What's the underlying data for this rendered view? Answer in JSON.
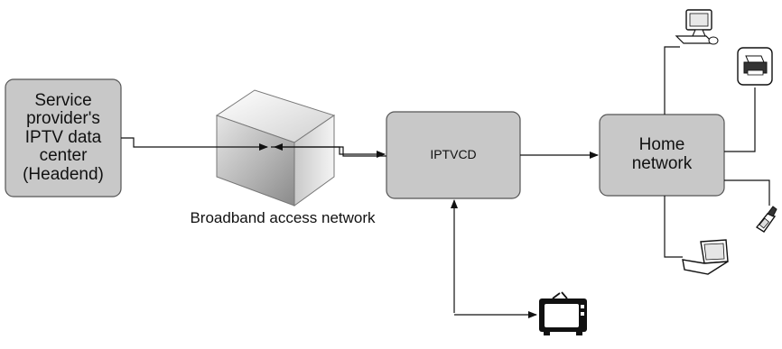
{
  "nodes": {
    "headend": {
      "label": "Service\nprovider's\nIPTV data\ncenter\n(Headend)"
    },
    "broadband": {
      "label": "Broadband access network"
    },
    "iptvcd": {
      "label": "IPTVCD"
    },
    "home_network": {
      "label": "Home\nnetwork"
    }
  },
  "devices": [
    {
      "name": "desktop-computer-icon"
    },
    {
      "name": "printer-icon"
    },
    {
      "name": "mobile-phone-icon"
    },
    {
      "name": "laptop-icon"
    },
    {
      "name": "television-icon"
    }
  ],
  "colors": {
    "box_fill": "#c8c8c8",
    "box_stroke": "#555555",
    "line": "#111111"
  }
}
